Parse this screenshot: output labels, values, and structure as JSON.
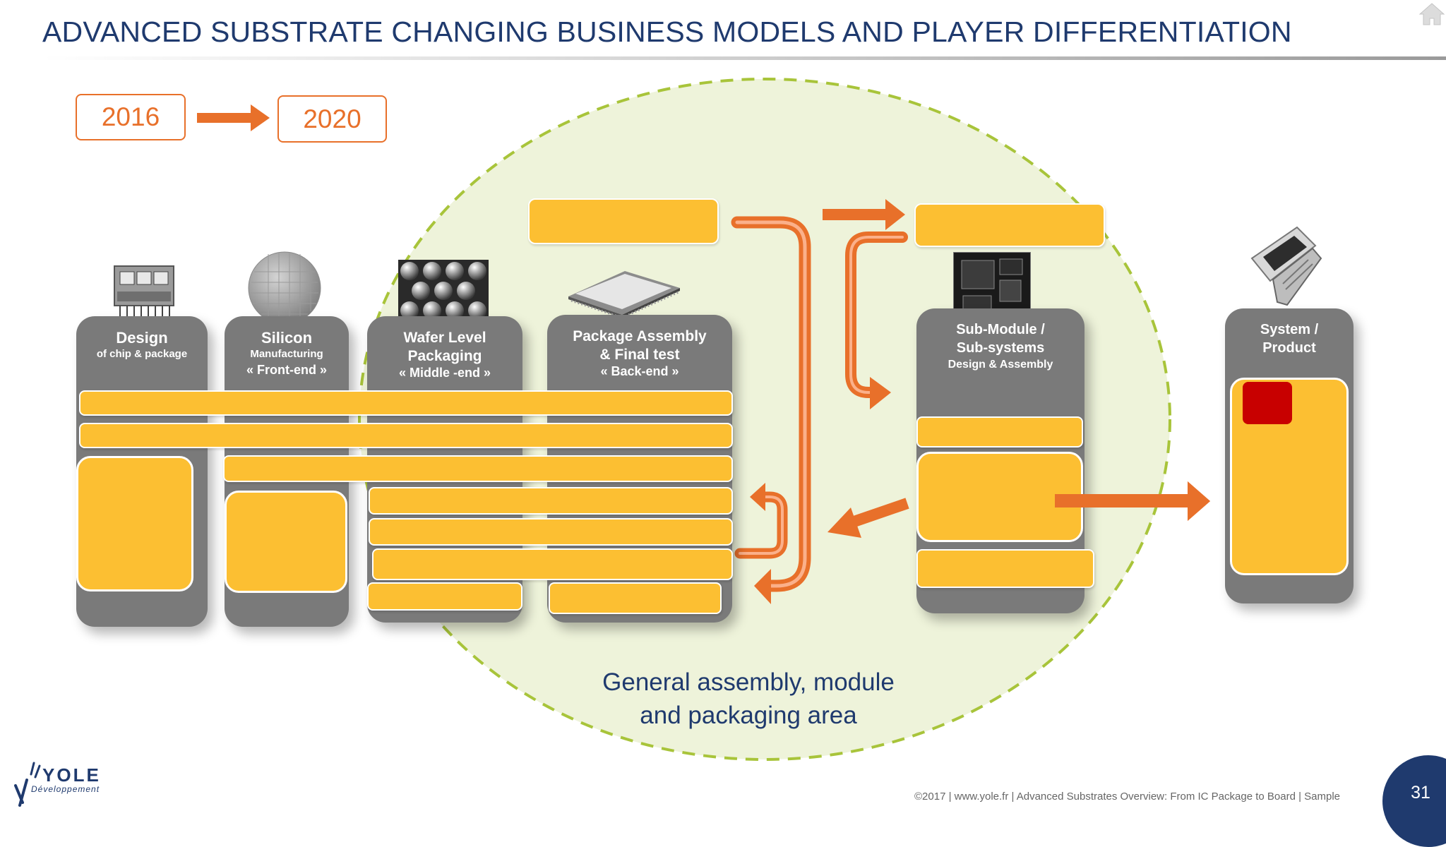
{
  "header": {
    "title": "ADVANCED SUBSTRATE CHANGING BUSINESS MODELS AND PLAYER DIFFERENTIATION",
    "home_icon": "home-icon"
  },
  "timeline": {
    "from_year": "2016",
    "to_year": "2020",
    "arrow_icon": "right-arrow-icon"
  },
  "columns": {
    "design": {
      "title": "Design",
      "subtitle": "of chip & package",
      "image": "chip-design-photo"
    },
    "silicon": {
      "title": "Silicon",
      "subtitle": "Manufacturing",
      "tag": "« Front-end »",
      "image": "silicon-wafer-photo"
    },
    "wafer_level": {
      "title": "Wafer Level",
      "title2": "Packaging",
      "tag": "« Middle -end »",
      "image": "bump-array-photo"
    },
    "package_assembly": {
      "title": "Package Assembly",
      "title2": "& Final test",
      "tag": "« Back-end »",
      "image": "bga-package-photo"
    },
    "sub_module": {
      "title": "Sub-Module /",
      "title2": "Sub-systems",
      "subtitle": "Design & Assembly",
      "image": "module-board-photo"
    },
    "system": {
      "title": "System /",
      "title2": "Product",
      "image": "flip-phone-photo"
    }
  },
  "area_label": {
    "line1": "General assembly, module",
    "line2": "and packaging area"
  },
  "colors": {
    "accent": "#e8702a",
    "title": "#1f3a6e",
    "column": "#7a7a7a",
    "bar": "#fcbf32",
    "ellipse": "#eef3da",
    "ellipse_border": "#a8c43a",
    "marker": "#c80000"
  },
  "footer": {
    "text": "©2017 | www.yole.fr | Advanced Substrates Overview: From IC Package to Board | Sample",
    "page": "31",
    "logo_word": "YOLE",
    "logo_sub": "Développement"
  }
}
